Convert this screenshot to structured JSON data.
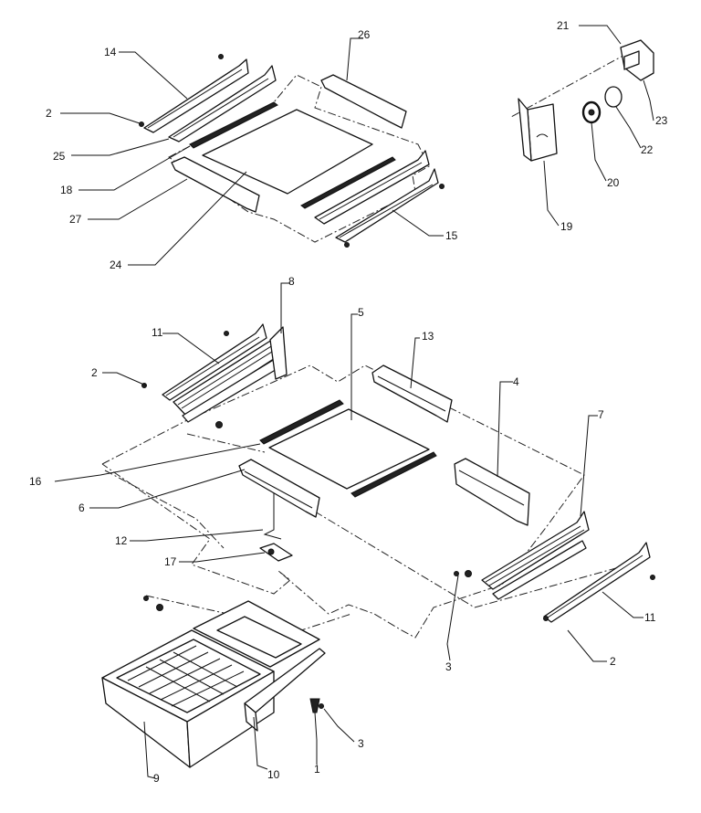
{
  "callouts": {
    "c21": "21",
    "c23": "23",
    "c22": "22",
    "c20": "20",
    "c19": "19",
    "c14": "14",
    "c26top": "26",
    "c2a": "2",
    "c25": "25",
    "c18": "18",
    "c27": "27",
    "c24": "24",
    "c15": "15",
    "c8": "8",
    "c5": "5",
    "c11a": "11",
    "c13": "13",
    "c2b": "2",
    "c4": "4",
    "c7": "7",
    "c16": "16",
    "c6": "6",
    "c12": "12",
    "c17": "17",
    "c11b": "11",
    "c3a": "3",
    "c2c": "2",
    "c3b": "3",
    "c1": "1",
    "c10": "10",
    "c9": "9"
  },
  "colors": {
    "ink": "#111111",
    "paper": "#ffffff"
  }
}
